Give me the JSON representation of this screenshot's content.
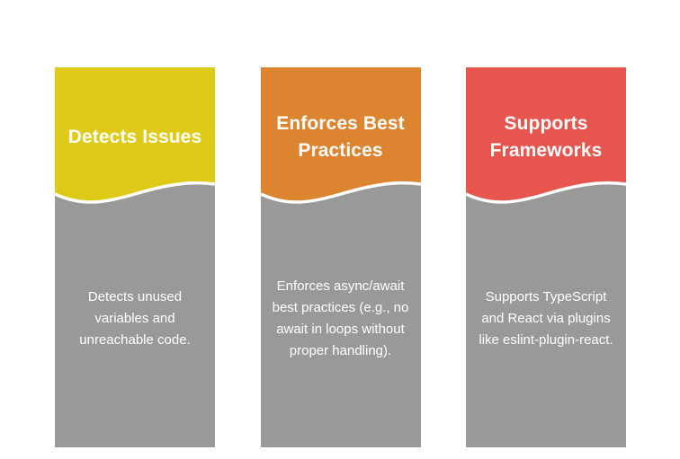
{
  "page": {
    "background_color": "#ffffff",
    "body_color": "#999999",
    "text_color": "#ffffff",
    "divider_color": "#ffffff"
  },
  "cards": [
    {
      "heading": "Detects Issues",
      "body": "Detects unused variables and unreachable code.",
      "accent_color": "#DFCB17",
      "name": "detects-issues"
    },
    {
      "heading": "Enforces Best Practices",
      "body": "Enforces async/await best practices (e.g., no await in loops without proper handling).",
      "accent_color": "#DD8430",
      "name": "enforces-best-practices"
    },
    {
      "heading": "Supports Frameworks",
      "body": "Supports TypeScript and React via plugins like eslint-plugin-react.",
      "accent_color": "#E6564F",
      "name": "supports-frameworks"
    }
  ]
}
